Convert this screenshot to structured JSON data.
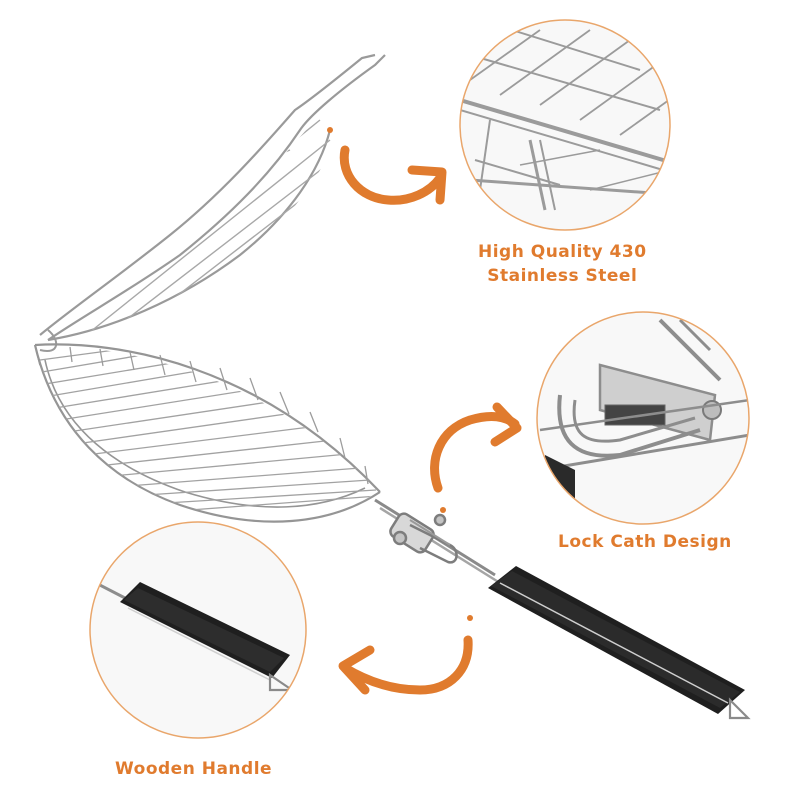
{
  "callouts": {
    "steel": {
      "line1": "High Quality 430",
      "line2": "Stainless Steel"
    },
    "lock": {
      "label": "Lock Cath Design"
    },
    "handle": {
      "label": "Wooden Handle"
    }
  },
  "colors": {
    "accent": "#e07b2e",
    "circle_border": "#e9a66b",
    "steel": "#8e8e8e",
    "handle": "#1c1c1c"
  }
}
